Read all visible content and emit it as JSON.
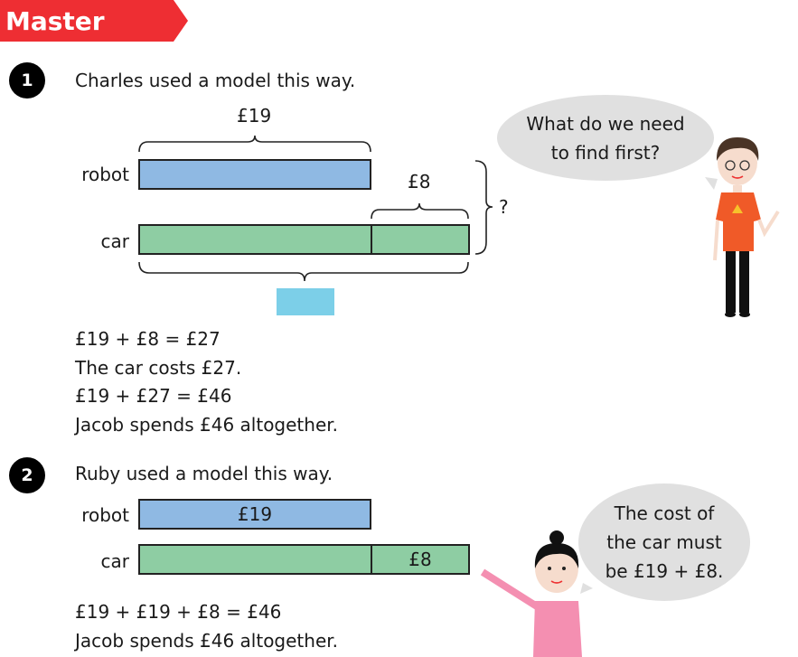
{
  "banner": {
    "title": "Master",
    "color": "#ee2e33"
  },
  "q1": {
    "number": "1",
    "prompt": "Charles used a model this way.",
    "labels": {
      "robot": "robot",
      "car": "car"
    },
    "brace_top": "£19",
    "brace_small": "£8",
    "brace_total": "?",
    "lines": [
      "£19 + £8 = £27",
      "The car costs £27.",
      "£19 + £27 = £46",
      "Jacob spends £46 altogether."
    ],
    "speech": [
      "What do we need",
      "to find first?"
    ]
  },
  "q2": {
    "number": "2",
    "prompt": "Ruby used a model this way.",
    "labels": {
      "robot": "robot",
      "car": "car"
    },
    "robot_value": "£19",
    "car_extra": "£8",
    "lines": [
      "£19 + £19 + £8 = £46",
      "Jacob spends £46 altogether."
    ],
    "speech": [
      "The cost of",
      "the car must",
      "be £19 + £8."
    ]
  },
  "colors": {
    "robot": "#8fb9e3",
    "car": "#8ecda3",
    "answer_box": "#7ccfe8",
    "bubble": "#e0e0e0"
  }
}
